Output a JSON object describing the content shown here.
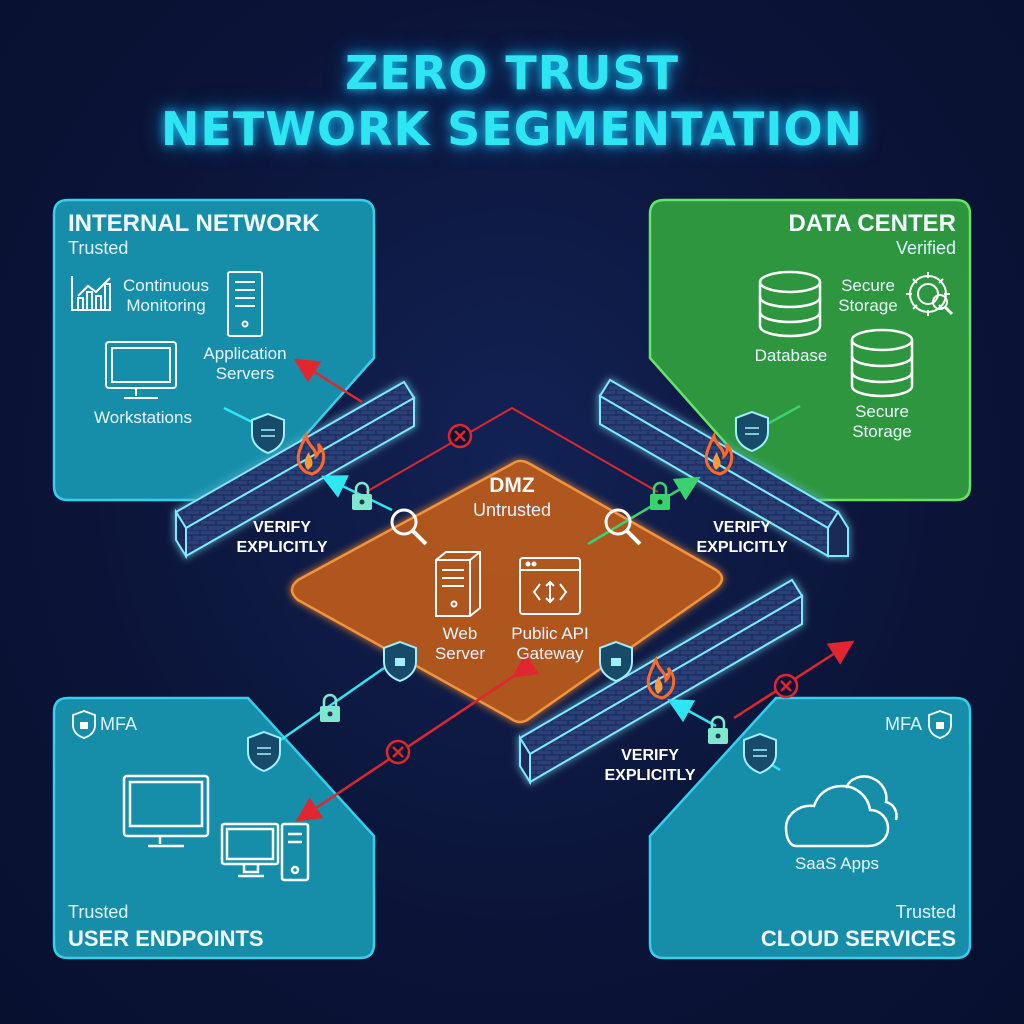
{
  "title": {
    "line1": "ZERO TRUST",
    "line2": "NETWORK SEGMENTATION"
  },
  "zones": {
    "internal": {
      "name": "INTERNAL NETWORK",
      "trust": "Trusted",
      "items": {
        "monitoring": "Continuous\nMonitoring",
        "app_servers": "Application\nServers",
        "workstations": "Workstations"
      }
    },
    "datacenter": {
      "name": "DATA CENTER",
      "trust": "Verified",
      "items": {
        "secure_storage_1": "Secure\nStorage",
        "database": "Database",
        "secure_storage_2": "Secure\nStorage"
      }
    },
    "dmz": {
      "name": "DMZ",
      "trust": "Untrusted",
      "items": {
        "web_server": "Web\nServer",
        "api_gateway": "Public API\nGateway"
      }
    },
    "endpoints": {
      "name": "USER ENDPOINTS",
      "trust": "Trusted",
      "mfa": "MFA"
    },
    "cloud": {
      "name": "CLOUD SERVICES",
      "trust": "Trusted",
      "mfa": "MFA",
      "items": {
        "saas": "SaaS Apps"
      }
    }
  },
  "verify_label": "VERIFY\nEXPLICITLY",
  "colors": {
    "accent": "#2ee6f2",
    "internal": "#1aa6c2",
    "datacenter": "#2fa84a",
    "dmz": "#c0601e",
    "allow": "#3bd16f",
    "deny": "#e0262f"
  }
}
